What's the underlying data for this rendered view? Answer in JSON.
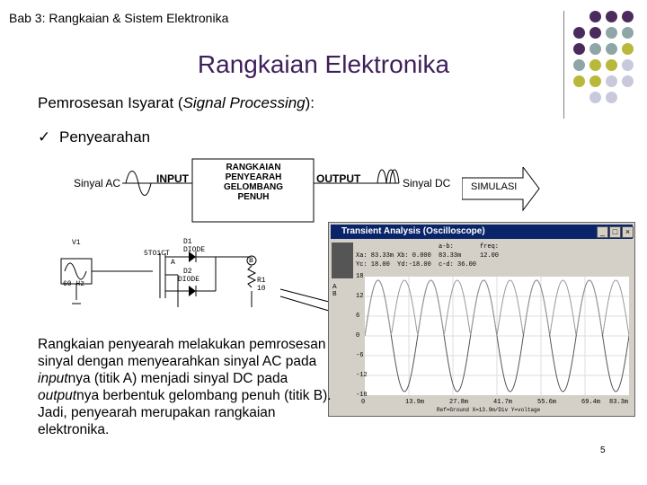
{
  "header": {
    "chapter": "Bab 3: Rangkaian & Sistem Elektronika"
  },
  "slide": {
    "title": "Rangkaian Elektronika",
    "subtitle_prefix": "Pemrosesan Isyarat (",
    "subtitle_em": "Signal Processing",
    "subtitle_suffix": "):",
    "bullet_check": "✓",
    "bullet": "Penyearahan",
    "page_number": "5"
  },
  "block_diagram": {
    "input_signal": "Sinyal AC",
    "input_label": "INPUT",
    "block_line1": "RANGKAIAN",
    "block_line2": "PENYEARAH",
    "block_line3": "GELOMBANG",
    "block_line4": "PENUH",
    "output_label": "OUTPUT",
    "output_signal": "Sinyal DC"
  },
  "simulation": {
    "label": "SIMULASI"
  },
  "oscilloscope": {
    "title": "Transient Analysis (Oscilloscope)",
    "readout_row1": [
      "Xa: 83.33m",
      "Xb: 0.000",
      "a-b: 83.33m",
      "freq: 12.00"
    ],
    "readout_row2": [
      "Yc: 18.00",
      "Yd:-18.00",
      "c-d: 36.00",
      ""
    ],
    "y_ticks": [
      "18",
      "12",
      "6",
      "0",
      "-6",
      "-12",
      "-18"
    ],
    "x_ticks": [
      "0",
      "13.9m",
      "27.8m",
      "41.7m",
      "55.6m",
      "69.4m",
      "83.3m"
    ],
    "footer": "Ref=Ground  X=13.9m/Div Y=voltage",
    "cursor_a": "A",
    "cursor_b": "B"
  },
  "circuit": {
    "v1": "V1",
    "freq": "60 Hz",
    "transformer": "5TO1CT",
    "d1": "D1",
    "d1_type": "DIODE",
    "d2": "D2",
    "d2_type": "DIODE",
    "r1": "R1",
    "r1_val": "10",
    "node_a": "A",
    "node_b": "B"
  },
  "description": {
    "p1": "Rangkaian penyearah melakukan pemrosesan sinyal dengan menyearahkan sinyal AC pada ",
    "p1_em": "input",
    "p2": "nya (titik A) menjadi sinyal DC pada ",
    "p2_em": "output",
    "p3": "nya berbentuk gelombang penuh (titik B). Jadi, penyearah merupakan rangkaian elektronika."
  },
  "colors": {
    "title": "#3d1f5c",
    "dot_purple": "#4b2a5e",
    "dot_teal": "#8ea6a6",
    "dot_olive": "#b8b83a",
    "dot_lavender": "#c9c9dd"
  }
}
